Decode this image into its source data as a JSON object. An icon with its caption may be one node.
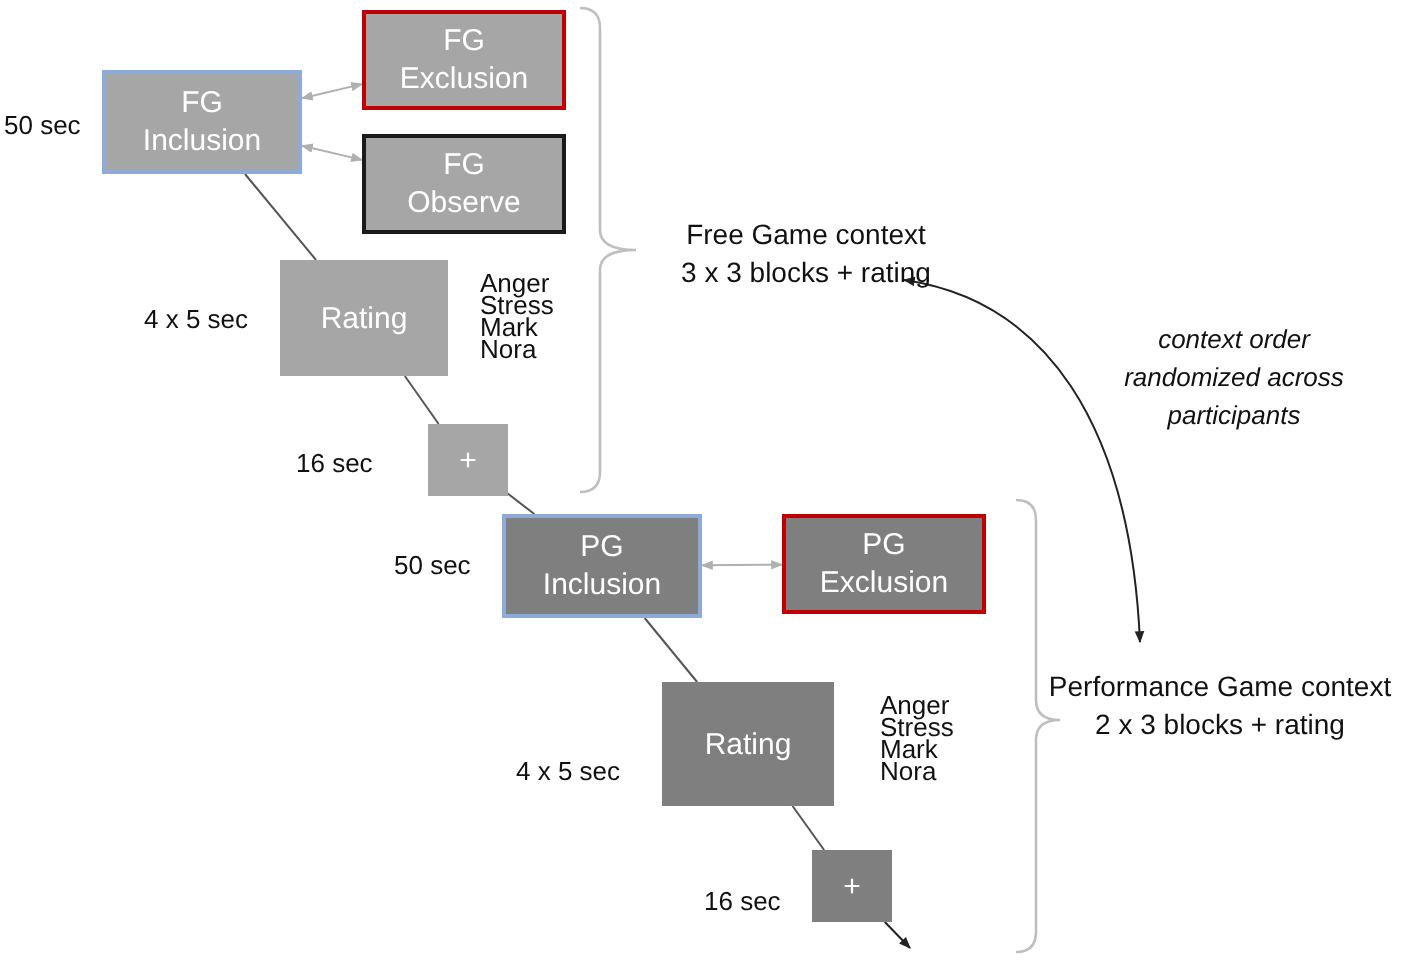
{
  "diagram": {
    "nodes": [
      {
        "text": [
          "FG Inclusion"
        ],
        "beside": [
          "50 sec"
        ]
      },
      {
        "text": [
          "FG Exclusion"
        ]
      },
      {
        "text": [
          "FG Observe"
        ]
      },
      {
        "text": [
          "Rating"
        ],
        "beside": [
          "4 x 5 sec",
          "Anger Stress Mark Nora"
        ]
      },
      {
        "text": [
          "+"
        ],
        "beside": [
          "16 sec"
        ]
      },
      {
        "text": [
          "PG Inclusion"
        ],
        "beside": [
          "50 sec"
        ]
      },
      {
        "text": [
          "PG Exclusion"
        ]
      },
      {
        "text": [
          "Rating"
        ],
        "beside": [
          "4 x 5 sec",
          "Anger Stress Mark Nora"
        ]
      },
      {
        "text": [
          "+"
        ],
        "beside": [
          "16 sec"
        ]
      },
      {
        "text": [
          "Free Game context 3 x 3 blocks + rating"
        ]
      },
      {
        "text": [
          "Performance Game context 2 x 3 blocks + rating"
        ]
      }
    ],
    "edges": [
      {
        "from": 0,
        "to": 1,
        "arrow": "both",
        "color": "#b0b0b0"
      },
      {
        "from": 0,
        "to": 2,
        "arrow": "both",
        "color": "#b0b0b0"
      },
      {
        "from": 0,
        "to": 3,
        "arrow": "none"
      },
      {
        "from": 3,
        "to": 4,
        "arrow": "none"
      },
      {
        "from": 4,
        "to": 5,
        "arrow": "none"
      },
      {
        "from": 5,
        "to": 6,
        "arrow": "both",
        "color": "#b0b0b0"
      },
      {
        "from": 5,
        "to": 7,
        "arrow": "none"
      },
      {
        "from": 7,
        "to": 8,
        "arrow": "none"
      },
      {
        "from": 8,
        "to": null,
        "arrow": "to"
      },
      {
        "from": 9,
        "to": 10,
        "arrow": "both"
      }
    ],
    "labels": [
      "context order randomized across participants"
    ]
  }
}
